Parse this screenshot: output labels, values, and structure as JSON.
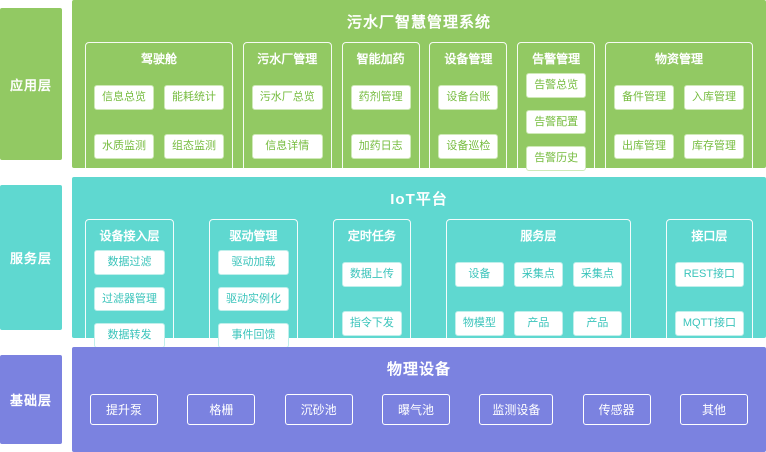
{
  "colors": {
    "green": "#92C963",
    "teal": "#5FD8D0",
    "purple": "#7B82E0"
  },
  "layers": [
    {
      "label": "应用层",
      "title": "污水厂智慧管理系统",
      "groups": [
        {
          "title": "驾驶舱",
          "cols": 2,
          "items": [
            "信息总览",
            "能耗统计",
            "水质监测",
            "组态监测"
          ]
        },
        {
          "title": "污水厂管理",
          "cols": 1,
          "items": [
            "污水厂总览",
            "信息详情"
          ]
        },
        {
          "title": "智能加药",
          "cols": 1,
          "items": [
            "药剂管理",
            "加药日志"
          ]
        },
        {
          "title": "设备管理",
          "cols": 1,
          "items": [
            "设备台账",
            "设备巡检"
          ]
        },
        {
          "title": "告警管理",
          "cols": 1,
          "items": [
            "告警总览",
            "告警配置",
            "告警历史"
          ]
        },
        {
          "title": "物资管理",
          "cols": 2,
          "items": [
            "备件管理",
            "入库管理",
            "出库管理",
            "库存管理"
          ]
        }
      ]
    },
    {
      "label": "服务层",
      "title": "IoT平台",
      "groups": [
        {
          "title": "设备接入层",
          "cols": 1,
          "items": [
            "数据过滤",
            "过滤器管理",
            "数据转发"
          ]
        },
        {
          "title": "驱动管理",
          "cols": 1,
          "items": [
            "驱动加载",
            "驱动实例化",
            "事件回馈"
          ]
        },
        {
          "title": "定时任务",
          "cols": 1,
          "items": [
            "数据上传",
            "指令下发"
          ]
        },
        {
          "title": "服务层",
          "cols": 3,
          "items": [
            "设备",
            "采集点",
            "采集点",
            "物模型",
            "产品",
            "产品"
          ]
        },
        {
          "title": "接口层",
          "cols": 1,
          "items": [
            "REST接口",
            "MQTT接口"
          ]
        }
      ]
    },
    {
      "label": "基础层",
      "title": "物理设备",
      "items": [
        "提升泵",
        "格栅",
        "沉砂池",
        "曝气池",
        "监测设备",
        "传感器",
        "其他"
      ]
    }
  ]
}
